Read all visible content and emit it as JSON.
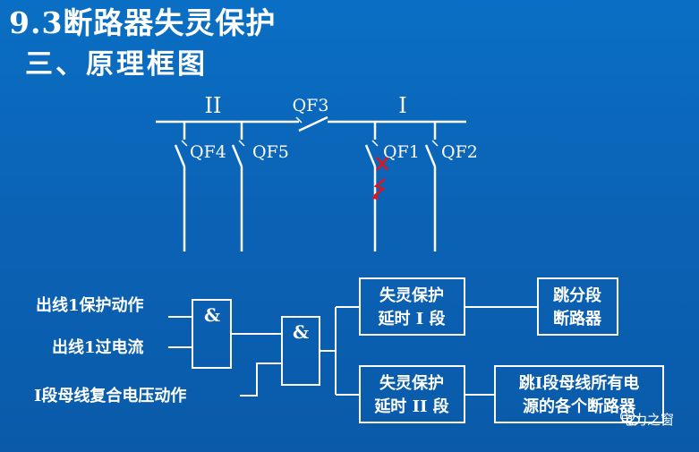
{
  "header": {
    "title": "9.3断路器失灵保护",
    "subtitle": "三、原理框图"
  },
  "bus": {
    "bus_ii_label": "II",
    "bus_i_label": "I",
    "coupler_label": "QF3",
    "feeders": [
      "QF4",
      "QF5",
      "QF1",
      "QF2"
    ]
  },
  "logic": {
    "inputs": [
      "出线1保护动作",
      "出线1过电流",
      "I段母线复合电压动作"
    ],
    "and_gate_1": "&",
    "and_gate_2": "&",
    "delay_1": [
      "失灵保护",
      "延时 I 段"
    ],
    "delay_2": [
      "失灵保护",
      "延时 II 段"
    ],
    "action_1": [
      "跳分段",
      "断路器"
    ],
    "action_2": [
      "跳I段母线所有电",
      "源的各个断路器"
    ]
  },
  "watermark": {
    "text": "电力之窗"
  },
  "colors": {
    "background": "#0b63b6",
    "line": "#ffffff",
    "fault_mark": "#e0141e"
  }
}
